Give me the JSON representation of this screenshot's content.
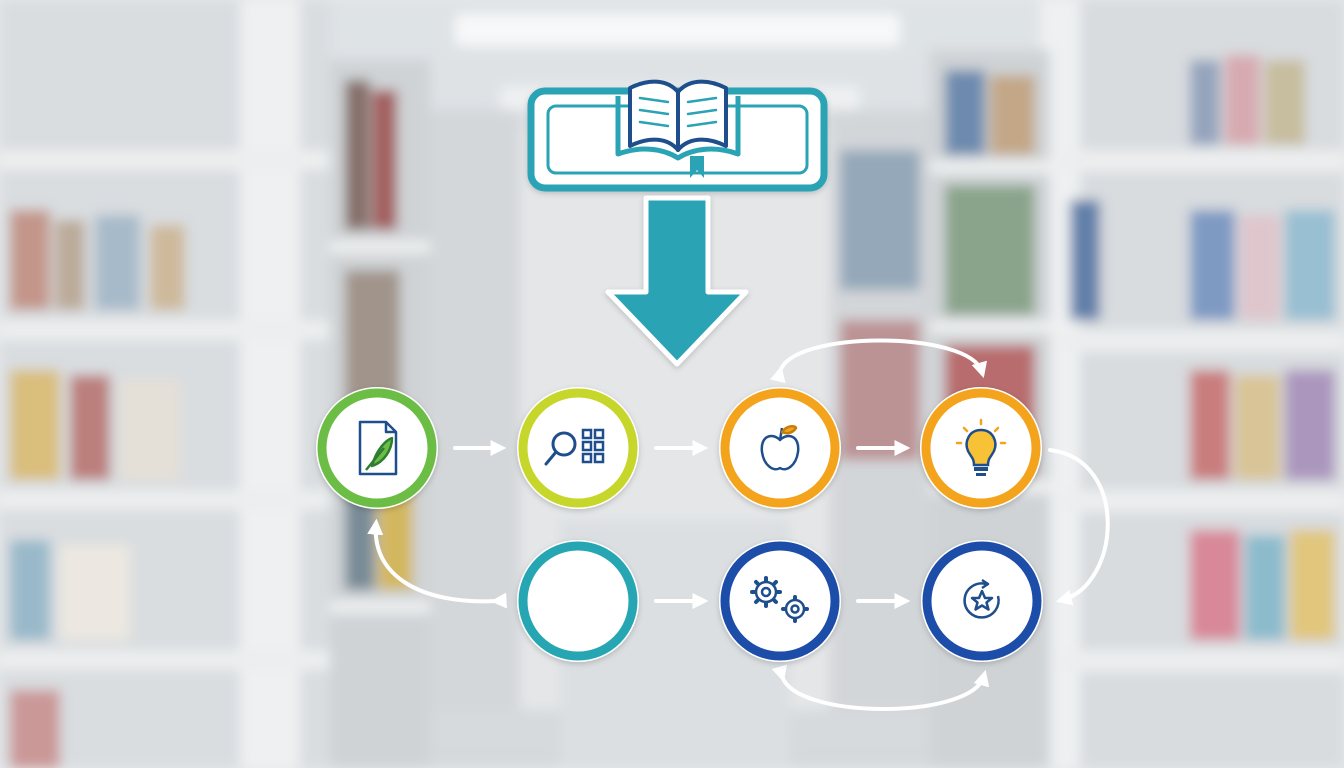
{
  "scene": {
    "description_free": true,
    "background_style": "blurred library bookshelves",
    "palette": {
      "teal": "#2aa3b5",
      "teal_dark": "#1f8797",
      "navy": "#1f4e8c",
      "green": "#6cbd45",
      "lime": "#c6d62a",
      "orange": "#f3a41d",
      "blue": "#1f4ea8",
      "cyan_ring": "#26a6b3",
      "white": "#ffffff"
    }
  },
  "diagram": {
    "header": {
      "icon": "open-book-icon"
    },
    "main_arrow": {
      "direction": "down"
    },
    "nodes": [
      {
        "id": "node-1",
        "icon": "document-feather-icon",
        "ring_color": "#6cbd45"
      },
      {
        "id": "node-2",
        "icon": "magnifier-grid-icon",
        "ring_color": "#c6d62a"
      },
      {
        "id": "node-3",
        "icon": "apple-icon",
        "ring_color": "#f3a41d"
      },
      {
        "id": "node-4",
        "icon": "lightbulb-icon",
        "ring_color": "#f3a41d"
      },
      {
        "id": "node-5",
        "icon": "empty",
        "ring_color": "#26a6b3"
      },
      {
        "id": "node-6",
        "icon": "gears-icon",
        "ring_color": "#1f4ea8"
      },
      {
        "id": "node-7",
        "icon": "star-cycle-icon",
        "ring_color": "#1f4ea8"
      }
    ],
    "connections": [
      [
        "node-1",
        "node-2"
      ],
      [
        "node-2",
        "node-3"
      ],
      [
        "node-3",
        "node-4"
      ],
      [
        "node-3",
        "node-4",
        "loop-top"
      ],
      [
        "node-4",
        "node-7"
      ],
      [
        "node-5",
        "node-6"
      ],
      [
        "node-6",
        "node-7"
      ],
      [
        "node-6",
        "node-7",
        "loop-bottom"
      ],
      [
        "node-5",
        "node-1"
      ]
    ]
  }
}
